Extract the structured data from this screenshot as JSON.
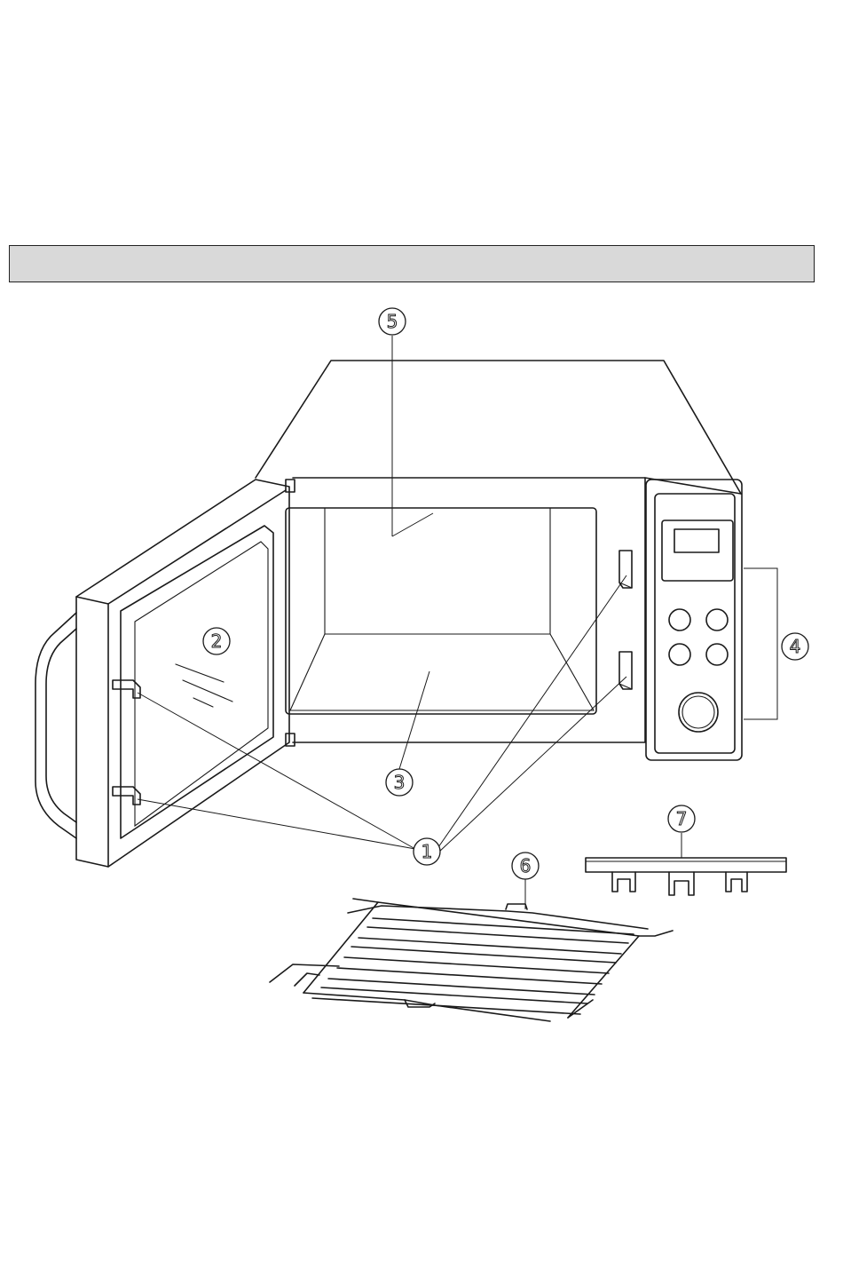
{
  "header": {
    "title": ""
  },
  "callouts": [
    {
      "id": "callout-1",
      "label": "1"
    },
    {
      "id": "callout-2",
      "label": "2"
    },
    {
      "id": "callout-3",
      "label": "3"
    },
    {
      "id": "callout-4",
      "label": "4"
    },
    {
      "id": "callout-5",
      "label": "5"
    },
    {
      "id": "callout-6",
      "label": "6"
    },
    {
      "id": "callout-7",
      "label": "7"
    }
  ]
}
